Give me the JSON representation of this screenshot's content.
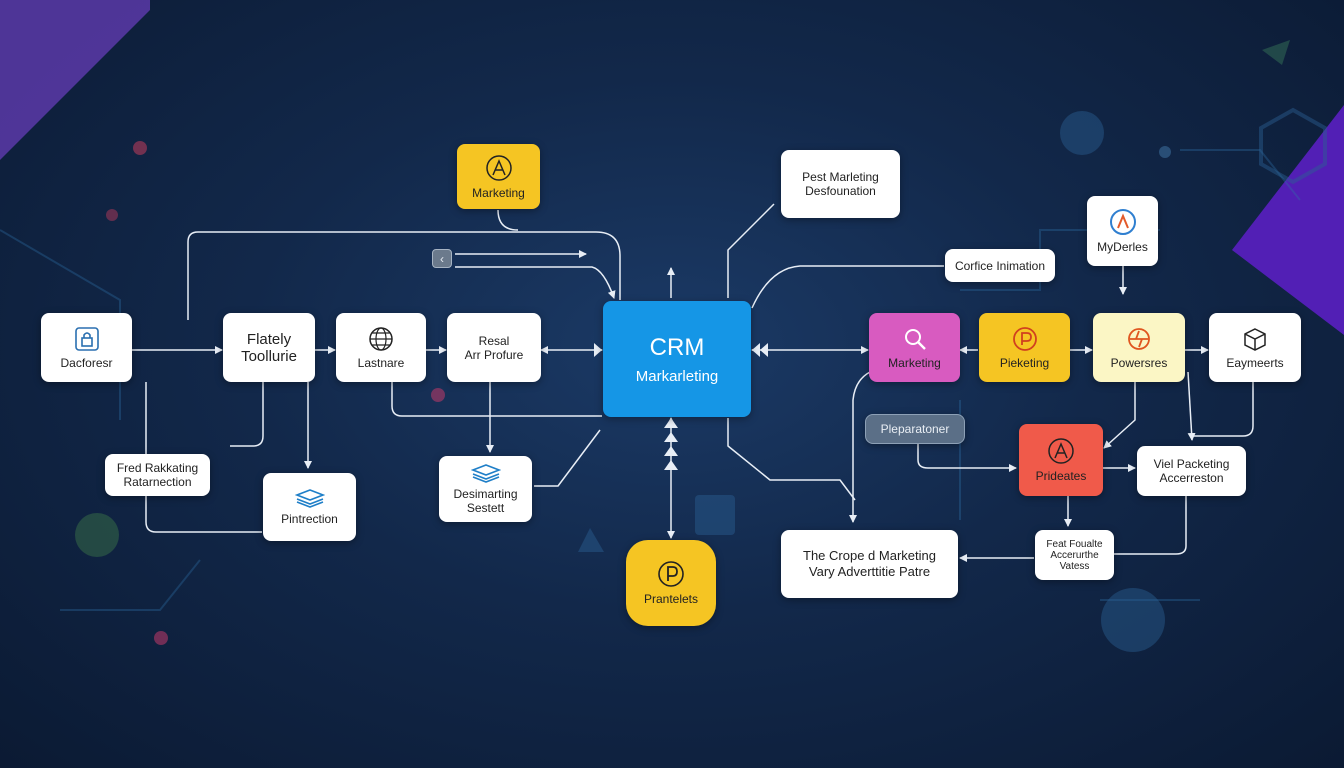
{
  "palette": {
    "node": "#ffffff",
    "hub": "#1596e6",
    "accent_yellow": "#f5c523",
    "accent_pink": "#d85bc0",
    "accent_red": "#f05a4a",
    "wire": "#e8eef6",
    "background": "#12284a"
  },
  "hub": {
    "title": "CRM",
    "subtitle": "Markarleting"
  },
  "nodes": {
    "marketing_top": {
      "label": "Marketing",
      "icon": "a-circle-icon"
    },
    "pest_marketing": {
      "label": "Pest Marleting\nDesfounation"
    },
    "orgtab": {
      "glyph": "‹"
    },
    "dacforest": {
      "label": "Dacforesr",
      "icon": "lock-icon"
    },
    "flately": {
      "label": "Flately\nToollurie"
    },
    "lastnare": {
      "label": "Lastnare",
      "icon": "globe-icon"
    },
    "resal": {
      "label": "Resal\nArr Profure"
    },
    "fred_rakketing": {
      "label": "Fred Rakkating\nRatarnection"
    },
    "pintrection": {
      "label": "Pintrection",
      "icon": "stack-icon"
    },
    "desimarting": {
      "label": "Desimarting\nSestett",
      "icon": "stack-icon"
    },
    "prantelets": {
      "label": "Prantelets",
      "icon": "p-circle-icon"
    },
    "corfice": {
      "label": "Corfice Inimation"
    },
    "mydeles": {
      "label": "MyDerles",
      "icon": "a-logo-icon"
    },
    "marketing_pink": {
      "label": "Marketing",
      "icon": "search-icon"
    },
    "pieketing": {
      "label": "Pieketing",
      "icon": "p-circle-icon"
    },
    "powersres": {
      "label": "Powersres",
      "icon": "plug-icon"
    },
    "eaymeerts": {
      "label": "Eaymeerts",
      "icon": "box-icon"
    },
    "pleparatoner": {
      "label": "Pleparatoner"
    },
    "prideates": {
      "label": "Prideates",
      "icon": "a-circle-icon"
    },
    "viel_packeting": {
      "label": "Viel Packeting\nAccerreston"
    },
    "crope": {
      "label": "The Crope d Marketing\nVary Adverttitie Patre"
    },
    "feat_foualte": {
      "label": "Feat Foualte\nAccerurthe\nVatess"
    }
  }
}
